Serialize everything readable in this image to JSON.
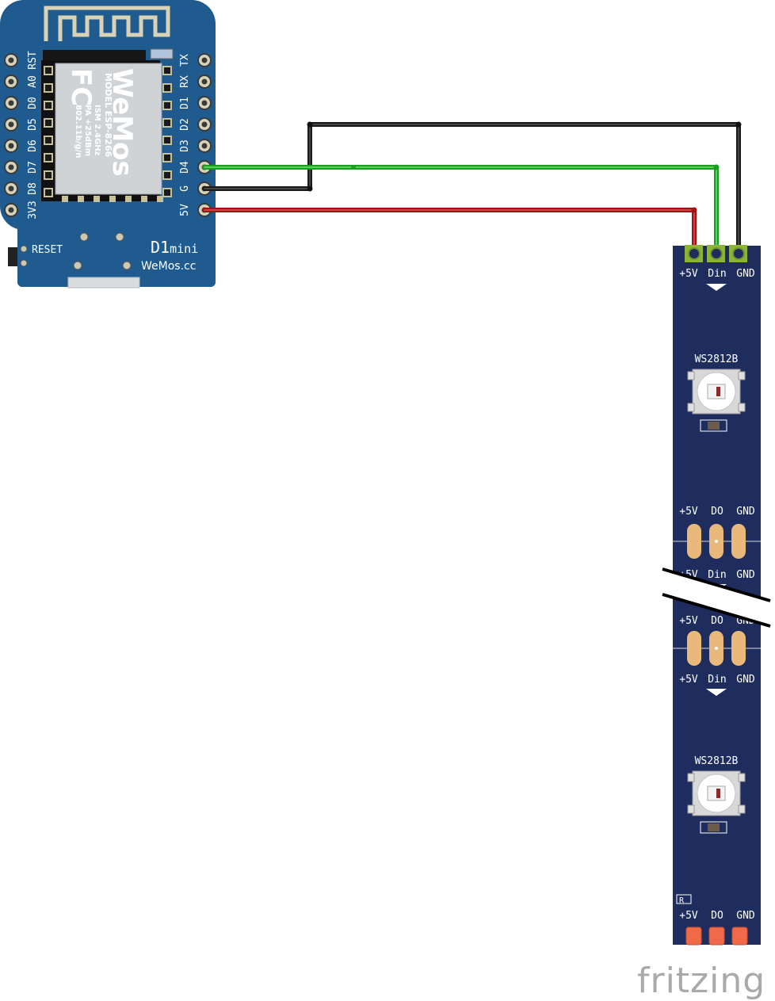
{
  "board": {
    "name_main": "D1",
    "name_sub": "mini",
    "brand": "WeMos.cc",
    "reset_label": "RESET",
    "left_pins": [
      "RST",
      "A0",
      "D0",
      "D5",
      "D6",
      "D7",
      "D8",
      "3V3"
    ],
    "right_pins": [
      "TX",
      "RX",
      "D1",
      "D2",
      "D3",
      "D4",
      "G",
      "5V"
    ],
    "module": {
      "logo": "WeMos",
      "fcc": "FC",
      "model": "MODEL  ESP-8266",
      "ism": "ISM 2.4GHz",
      "pa": "PA +25dBm",
      "wifi": "802.11b/g/n"
    },
    "colors": {
      "pcb": "#1f5b8e",
      "shield": "#cfd3d6",
      "pad": "#2a2a2a"
    }
  },
  "strip": {
    "input_labels": [
      "+5V",
      "Din",
      "GND"
    ],
    "led_label": "WS2812B",
    "output_labels": [
      "+5V",
      "DO",
      "GND"
    ],
    "logo_mark": "R",
    "colors": {
      "pcb": "#1e2d5e",
      "pad": "#e8b97a",
      "end_pad": "#f06a4a"
    }
  },
  "wires": [
    {
      "from": "D4",
      "to": "Din",
      "color": "#22b92b"
    },
    {
      "from": "G",
      "to": "GND",
      "color": "#222222"
    },
    {
      "from": "5V",
      "to": "+5V",
      "color": "#b21818"
    }
  ],
  "watermark": "fritzing"
}
